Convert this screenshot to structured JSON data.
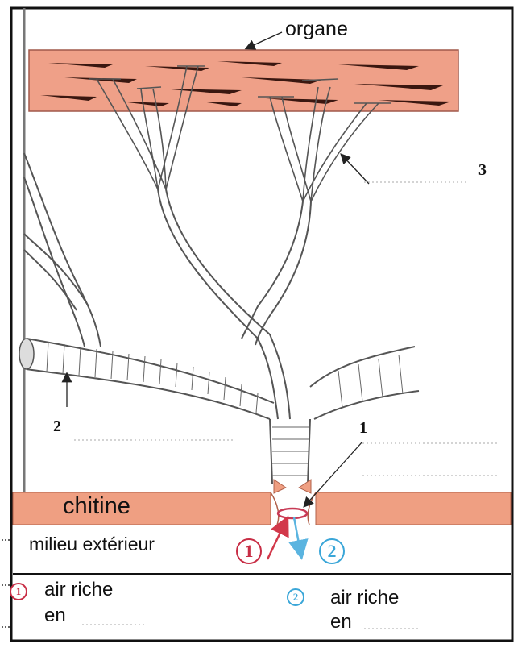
{
  "labels": {
    "organe": "organe",
    "chitine": "chitine",
    "milieu": "milieu extérieur",
    "num1": "1",
    "num2": "2",
    "num3": "3"
  },
  "legend": {
    "item1_number": "1",
    "item1_text_line1": "air riche",
    "item1_text_line2": "en",
    "item2_number": "2",
    "item2_text_line1": "air riche",
    "item2_text_line2": "en"
  },
  "flow_markers": {
    "in_number": "1",
    "out_number": "2"
  },
  "colors": {
    "organ_fill": "#efa088",
    "organ_streak": "#3a1710",
    "chitin_fill": "#ef9f82",
    "tube_stroke": "#555555",
    "arrow_in": "#d2384a",
    "arrow_out": "#5ab4e0",
    "marker_in": "#c82d45",
    "marker_out": "#3aa6d8"
  }
}
